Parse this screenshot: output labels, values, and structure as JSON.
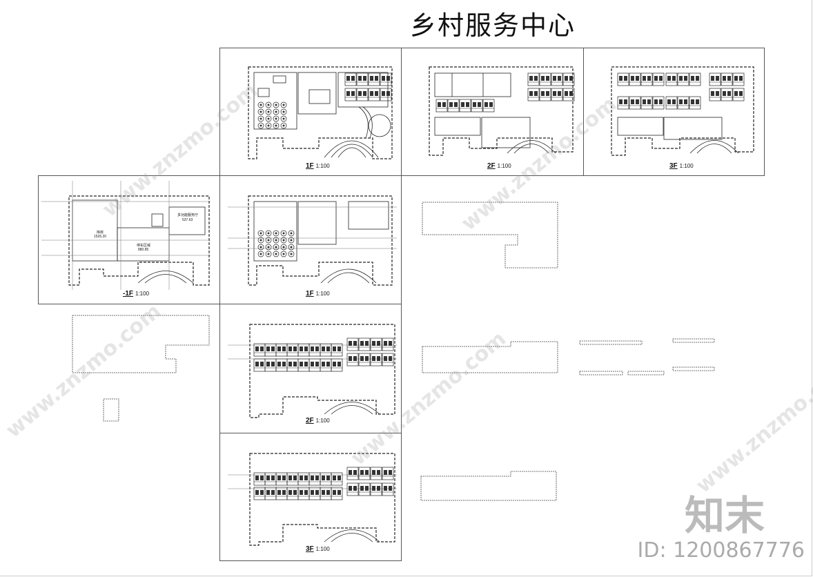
{
  "title": "乡村服务中心",
  "panels": [
    {
      "id": "1f-top",
      "floor": "1F",
      "scale": "1:100"
    },
    {
      "id": "2f-top",
      "floor": "2F",
      "scale": "1:100"
    },
    {
      "id": "3f-top",
      "floor": "3F",
      "scale": "1:100"
    },
    {
      "id": "b1f",
      "floor": "-1F",
      "scale": "1:100"
    },
    {
      "id": "1f-mid",
      "floor": "1F",
      "scale": "1:100"
    },
    {
      "id": "2f-low",
      "floor": "2F",
      "scale": "1:100"
    },
    {
      "id": "3f-low",
      "floor": "3F",
      "scale": "1:100"
    }
  ],
  "rooms": {
    "b1f_hall": "多功能服务厅",
    "b1f_hall_area": "537.63",
    "b1f_storage": "库房",
    "b1f_storage_area": "1526.20",
    "b1f_parking": "停车区域",
    "b1f_parking_area": "880.85"
  },
  "watermark": "www.znzmo.com",
  "brand": "知末",
  "brand_id": "ID: 1200867776"
}
